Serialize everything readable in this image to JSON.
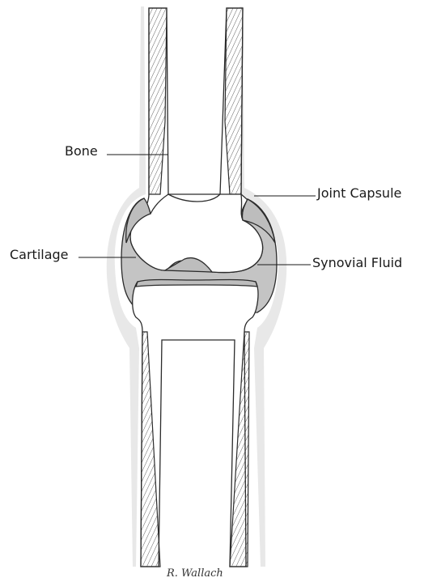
{
  "labels": {
    "bone": "Bone",
    "joint_capsule": "Joint Capsule",
    "cartilage": "Cartilage",
    "synovial_fluid": "Synovial Fluid"
  },
  "signature": "R. Wallach"
}
